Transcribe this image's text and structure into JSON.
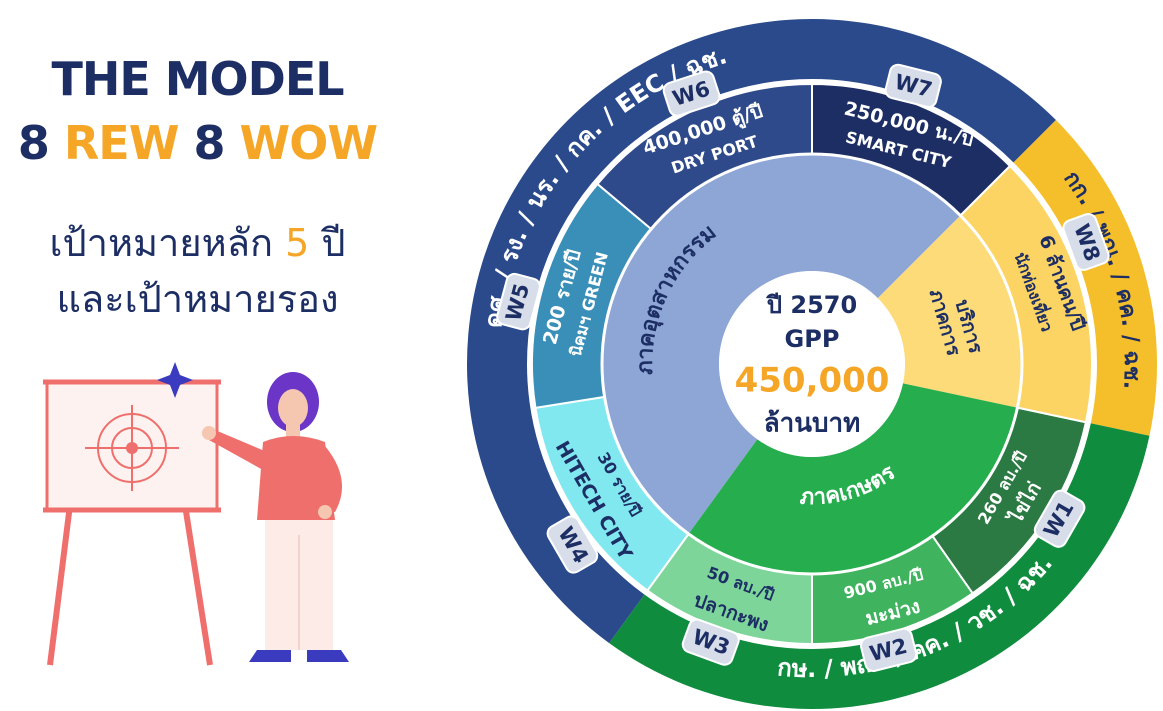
{
  "header": {
    "title_line1": "THE MODEL",
    "title_line2": {
      "a": "8 ",
      "b": "REW",
      "c": " 8 ",
      "d": "WOW"
    },
    "subtitle_line1": {
      "a": "เป้าหมายหลัก ",
      "b": "5",
      "c": " ปี"
    },
    "subtitle_line2": "และเป้าหมายรอง"
  },
  "center": {
    "year": "ปี 2570",
    "gpp": "GPP",
    "value": "450,000",
    "unit": "ล้านบาท"
  },
  "sectors": {
    "industry": "ภาคอุตสาหกรรม",
    "service": "ภาคการ บริการ",
    "agriculture": "ภาคเกษตร"
  },
  "wedges": [
    {
      "badge": "W1",
      "line1": "ไข่ไก่",
      "line2": "260 ลบ./ปี"
    },
    {
      "badge": "W2",
      "line1": "มะม่วง",
      "line2": "900 ลบ./ปี"
    },
    {
      "badge": "W3",
      "line1": "ปลากะพง",
      "line2": "50 ลบ./ปี"
    },
    {
      "badge": "W4",
      "line1": "HITECH CITY",
      "line2": "30 ราย/ปี"
    },
    {
      "badge": "W5",
      "line1": "200 ราย/ปี",
      "line2": "นิคมฯ GREEN"
    },
    {
      "badge": "W6",
      "line1": "400,000 ตู้/ปี",
      "line2": "DRY PORT"
    },
    {
      "badge": "W7",
      "line1": "250,000 น./ปี",
      "line2": "SMART CITY"
    },
    {
      "badge": "W8",
      "line1": "6 ล้านคน/ปี",
      "line2": "นักท่องเที่ยว"
    }
  ],
  "outer_ring": {
    "industry": "ดศ. / รง. / นร. / กค. / EEC / ฉช.",
    "service": "กก. / พณ. / คค. / ฉช.",
    "agriculture": "กษ. / พณ. / คค. / วช. / ฉช."
  },
  "colors": {
    "navy": "#1c2e63",
    "orange": "#f5a626",
    "outer_blue": "#2a4a8c",
    "outer_gold": "#f5be2b",
    "outer_green": "#0f8c3e",
    "industry_blue": "#8ea6d6",
    "service_gold": "#fddb78",
    "agri_green": "#26ad4e",
    "w1": "#2b7a43",
    "w2": "#3fb35e",
    "w3": "#7ed59a",
    "w4": "#82e8f0",
    "w5": "#3a8fb8",
    "w6": "#2f4a8a",
    "w7": "#1c2e63",
    "w8": "#fbd464"
  }
}
